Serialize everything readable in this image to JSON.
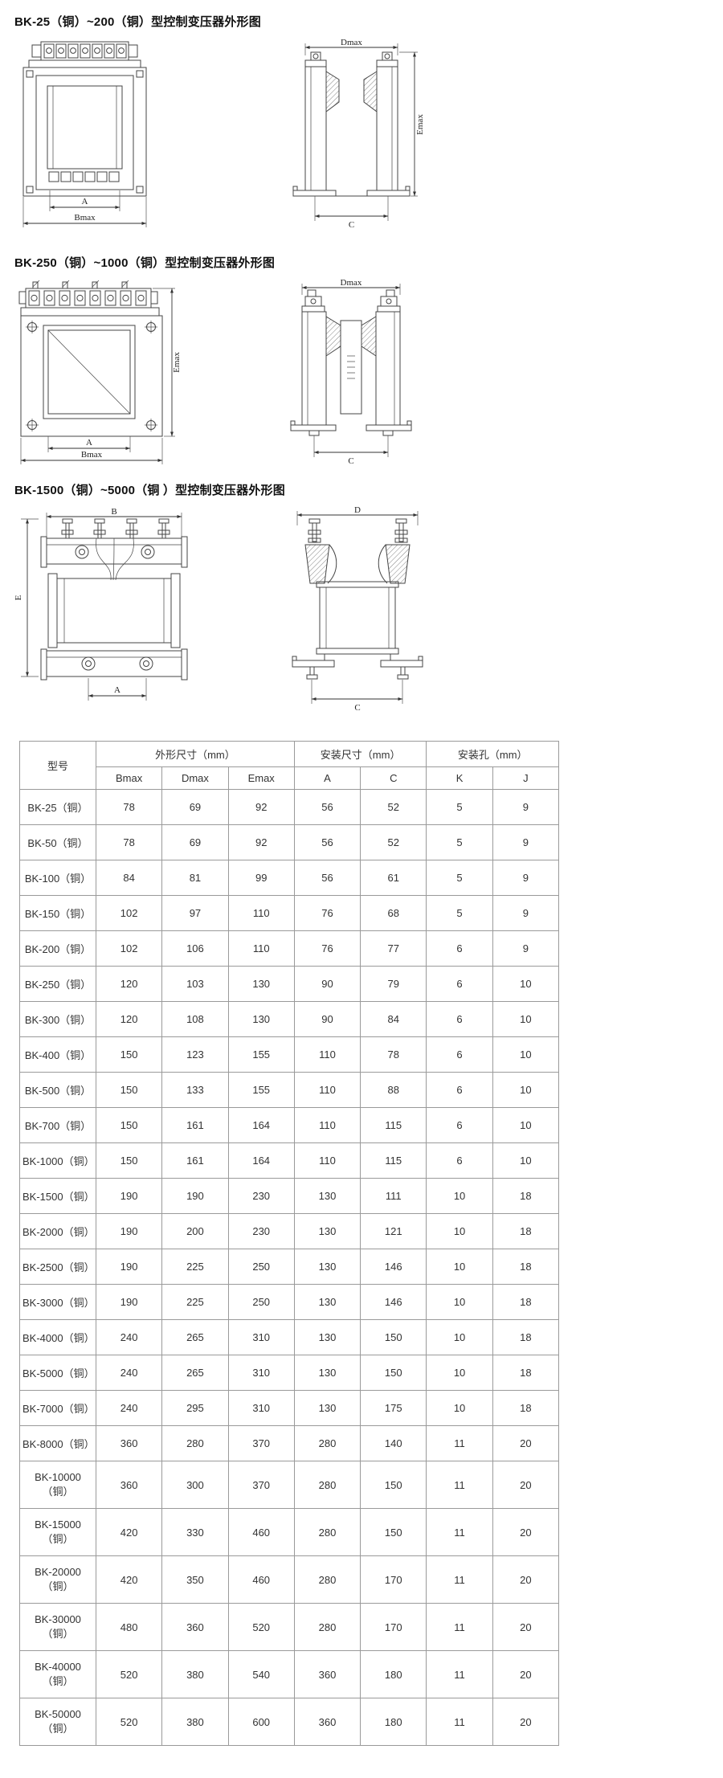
{
  "colors": {
    "line": "#444444",
    "text": "#222222",
    "table_border": "#9a9a9a"
  },
  "sections": [
    {
      "title": "BK-25（铜）~200（铜）型控制变压器外形图",
      "front_labels": {
        "inner": "A",
        "outer": "Bmax"
      },
      "side_labels": {
        "top": "Dmax",
        "right": "Emax",
        "bottom": "C"
      }
    },
    {
      "title": "BK-250（铜）~1000（铜）型控制变压器外形图",
      "front_labels": {
        "inner": "A",
        "outer": "Bmax",
        "height": "Emax"
      },
      "side_labels": {
        "top": "Dmax",
        "bottom": "C"
      }
    },
    {
      "title": "BK-1500（铜）~5000（铜 ）型控制变压器外形图",
      "front_labels": {
        "top": "B",
        "height": "E",
        "inner": "A"
      },
      "side_labels": {
        "top": "D",
        "bottom": "C"
      }
    }
  ],
  "table": {
    "header": {
      "model": "型号",
      "groups": [
        {
          "label": "外形尺寸（mm）"
        },
        {
          "label": "安装尺寸（mm）"
        },
        {
          "label": "安装孔（mm）"
        }
      ],
      "columns": [
        "Bmax",
        "Dmax",
        "Emax",
        "A",
        "C",
        "K",
        "J"
      ]
    },
    "rows": [
      {
        "model": "BK-25（铜）",
        "values": [
          78,
          69,
          92,
          56,
          52,
          5,
          9
        ]
      },
      {
        "model": "BK-50（铜）",
        "values": [
          78,
          69,
          92,
          56,
          52,
          5,
          9
        ]
      },
      {
        "model": "BK-100（铜）",
        "values": [
          84,
          81,
          99,
          56,
          61,
          5,
          9
        ]
      },
      {
        "model": "BK-150（铜）",
        "values": [
          102,
          97,
          110,
          76,
          68,
          5,
          9
        ]
      },
      {
        "model": "BK-200（铜）",
        "values": [
          102,
          106,
          110,
          76,
          77,
          6,
          9
        ]
      },
      {
        "model": "BK-250（铜）",
        "values": [
          120,
          103,
          130,
          90,
          79,
          6,
          10
        ]
      },
      {
        "model": "BK-300（铜）",
        "values": [
          120,
          108,
          130,
          90,
          84,
          6,
          10
        ]
      },
      {
        "model": "BK-400（铜）",
        "values": [
          150,
          123,
          155,
          110,
          78,
          6,
          10
        ]
      },
      {
        "model": "BK-500（铜）",
        "values": [
          150,
          133,
          155,
          110,
          88,
          6,
          10
        ]
      },
      {
        "model": "BK-700（铜）",
        "values": [
          150,
          161,
          164,
          110,
          115,
          6,
          10
        ]
      },
      {
        "model": "BK-1000（铜）",
        "values": [
          150,
          161,
          164,
          110,
          115,
          6,
          10
        ]
      },
      {
        "model": "BK-1500（铜）",
        "values": [
          190,
          190,
          230,
          130,
          111,
          10,
          18
        ]
      },
      {
        "model": "BK-2000（铜）",
        "values": [
          190,
          200,
          230,
          130,
          121,
          10,
          18
        ]
      },
      {
        "model": "BK-2500（铜）",
        "values": [
          190,
          225,
          250,
          130,
          146,
          10,
          18
        ]
      },
      {
        "model": "BK-3000（铜）",
        "values": [
          190,
          225,
          250,
          130,
          146,
          10,
          18
        ]
      },
      {
        "model": "BK-4000（铜）",
        "values": [
          240,
          265,
          310,
          130,
          150,
          10,
          18
        ]
      },
      {
        "model": "BK-5000（铜）",
        "values": [
          240,
          265,
          310,
          130,
          150,
          10,
          18
        ]
      },
      {
        "model": "BK-7000（铜）",
        "values": [
          240,
          295,
          310,
          130,
          175,
          10,
          18
        ]
      },
      {
        "model": "BK-8000（铜）",
        "values": [
          360,
          280,
          370,
          280,
          140,
          11,
          20
        ]
      },
      {
        "model": "BK-10000（铜）",
        "values": [
          360,
          300,
          370,
          280,
          150,
          11,
          20
        ]
      },
      {
        "model": "BK-15000（铜）",
        "values": [
          420,
          330,
          460,
          280,
          150,
          11,
          20
        ]
      },
      {
        "model": "BK-20000（铜）",
        "values": [
          420,
          350,
          460,
          280,
          170,
          11,
          20
        ]
      },
      {
        "model": "BK-30000（铜）",
        "values": [
          480,
          360,
          520,
          280,
          170,
          11,
          20
        ]
      },
      {
        "model": "BK-40000（铜）",
        "values": [
          520,
          380,
          540,
          360,
          180,
          11,
          20
        ]
      },
      {
        "model": "BK-50000（铜）",
        "values": [
          520,
          380,
          600,
          360,
          180,
          11,
          20
        ]
      }
    ]
  }
}
